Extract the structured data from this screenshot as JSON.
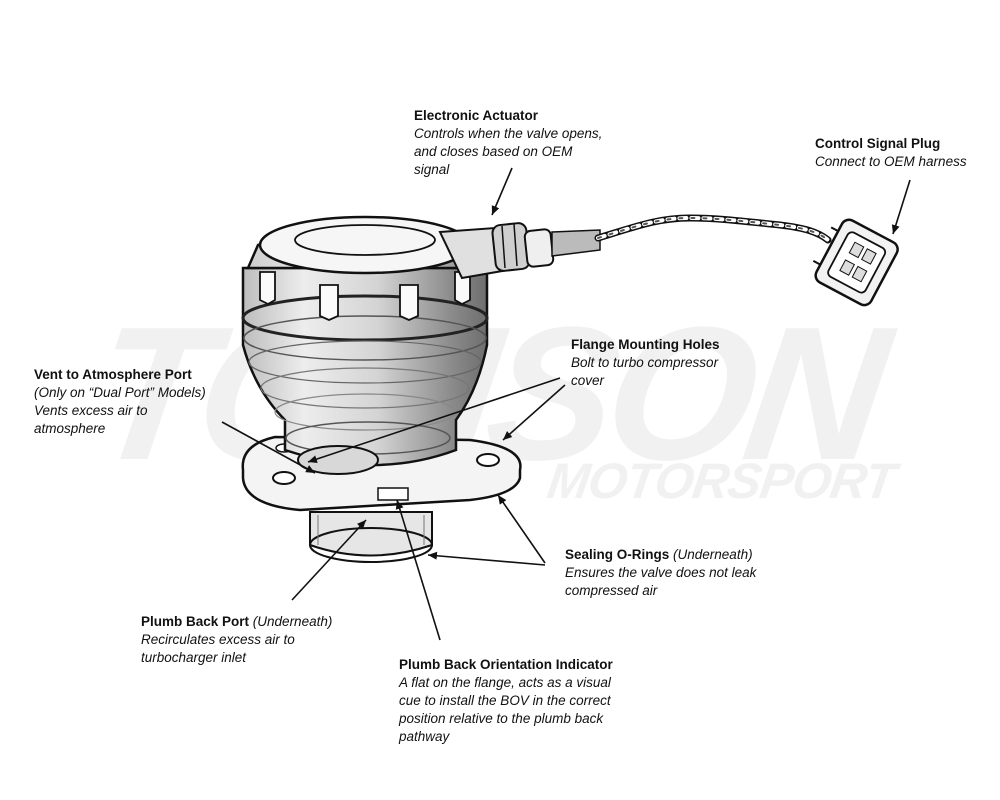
{
  "watermark": {
    "brand": "TOMSON",
    "sub": "MOTORSPORT"
  },
  "callouts": {
    "electronic_actuator": {
      "title": "Electronic Actuator",
      "lines": [
        "Controls when the valve opens,",
        "and closes based on OEM",
        "signal"
      ]
    },
    "control_signal_plug": {
      "title": "Control Signal Plug",
      "lines": [
        "Connect to OEM harness"
      ]
    },
    "flange_mounting_holes": {
      "title": "Flange Mounting Holes",
      "lines": [
        "Bolt to turbo compressor",
        "cover"
      ]
    },
    "vent_to_atmosphere": {
      "title": "Vent to Atmosphere Port",
      "lines": [
        "(Only on “Dual Port” Models)",
        "Vents excess air to",
        "atmosphere"
      ]
    },
    "sealing_o_rings": {
      "title": "Sealing O-Rings",
      "note": "(Underneath)",
      "lines": [
        "Ensures the valve does not leak",
        "compressed air"
      ]
    },
    "plumb_back_port": {
      "title": "Plumb Back Port",
      "note": "(Underneath)",
      "lines": [
        "Recirculates excess air to",
        "turbocharger inlet"
      ]
    },
    "plumb_back_orientation": {
      "title": "Plumb Back Orientation Indicator",
      "lines": [
        "A flat on the flange, acts as a visual",
        "cue to install the BOV in the correct",
        "position relative to the plumb back",
        "pathway"
      ]
    }
  }
}
